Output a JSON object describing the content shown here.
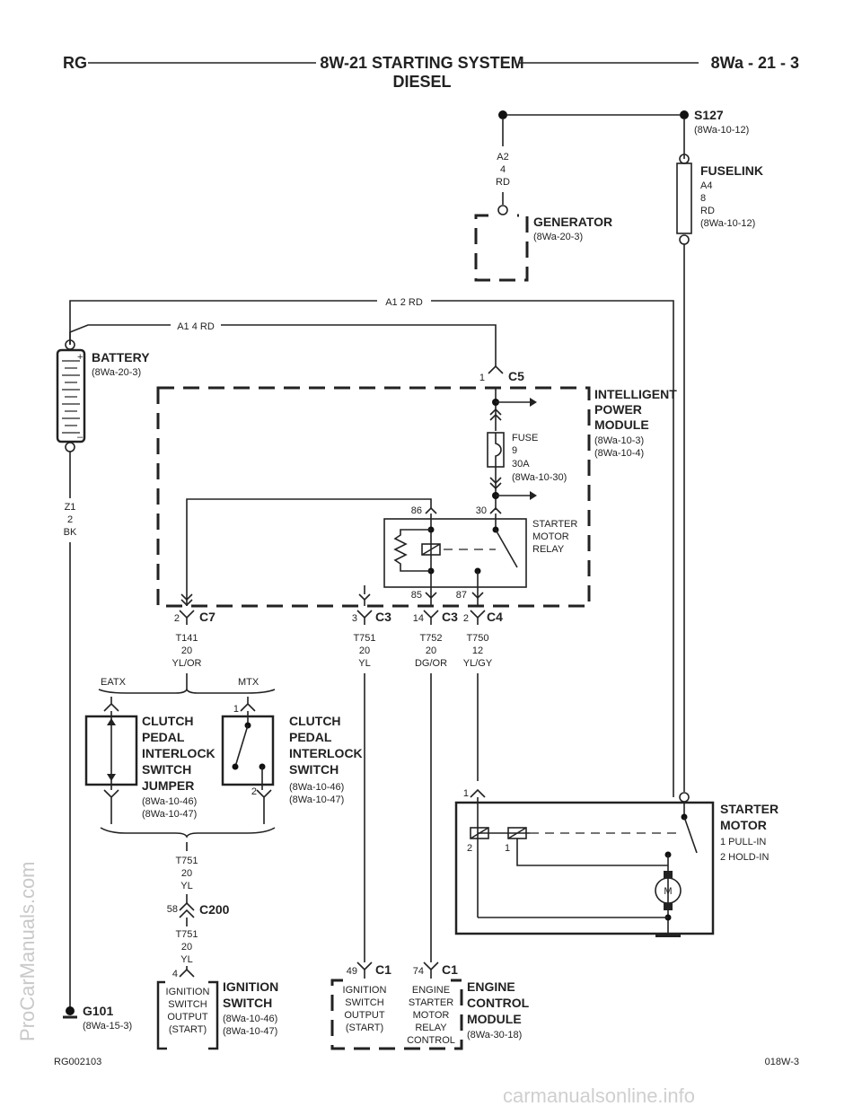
{
  "header": {
    "left": "RG",
    "title1": "8W-21 STARTING SYSTEM",
    "title2": "DIESEL",
    "right": "8Wa - 21 - 3"
  },
  "footer": {
    "left": "RG002103",
    "right": "018W-3"
  },
  "watermarks": {
    "side": "ProCarManuals.com",
    "bottom": "carmanualsonline.info"
  },
  "splice": {
    "name": "S127",
    "ref": "(8Wa-10-12)"
  },
  "fuselink": {
    "name": "FUSELINK",
    "circuit": "A4",
    "gauge": "8",
    "color": "RD",
    "ref": "(8Wa-10-12)"
  },
  "gen_wire": {
    "circuit": "A2",
    "gauge": "4",
    "color": "RD"
  },
  "generator": {
    "name": "GENERATOR",
    "ref": "(8Wa-20-3)"
  },
  "wire_a1_top": "A1   2 RD",
  "wire_a1_mid": "A1   4 RD",
  "battery": {
    "name": "BATTERY",
    "ref": "(8Wa-20-3)",
    "plus": "+",
    "minus": "–"
  },
  "bat_wire": {
    "circuit": "Z1",
    "gauge": "2",
    "color": "BK"
  },
  "c5": {
    "pin": "1",
    "name": "C5"
  },
  "ipm": {
    "l1": "INTELLIGENT",
    "l2": "POWER",
    "l3": "MODULE",
    "ref1": "(8Wa-10-3)",
    "ref2": "(8Wa-10-4)"
  },
  "fuse": {
    "l1": "FUSE",
    "l2": "9",
    "l3": "30A",
    "l4": "(8Wa-10-30)"
  },
  "relay": {
    "pin86": "86",
    "pin30": "30",
    "pin85": "85",
    "pin87": "87",
    "l1": "STARTER",
    "l2": "MOTOR",
    "l3": "RELAY"
  },
  "conns": {
    "c7": {
      "pin": "2",
      "name": "C7"
    },
    "c3a": {
      "pin": "3",
      "name": "C3"
    },
    "c3b": {
      "pin": "14",
      "name": "C3"
    },
    "c4": {
      "pin": "2",
      "name": "C4"
    },
    "c200": {
      "pin": "58",
      "name": "C200"
    },
    "ign": {
      "pin": "4"
    },
    "c1a": {
      "pin": "49",
      "name": "C1"
    },
    "c1b": {
      "pin": "74",
      "name": "C1"
    }
  },
  "wires": {
    "t141": {
      "c": "T141",
      "g": "20",
      "col": "YL/OR"
    },
    "t751a": {
      "c": "T751",
      "g": "20",
      "col": "YL"
    },
    "t752": {
      "c": "T752",
      "g": "20",
      "col": "DG/OR"
    },
    "t750": {
      "c": "T750",
      "g": "12",
      "col": "YL/GY"
    },
    "t751b": {
      "c": "T751",
      "g": "20",
      "col": "YL"
    },
    "t751c": {
      "c": "T751",
      "g": "20",
      "col": "YL"
    }
  },
  "eatx": "EATX",
  "mtx": "MTX",
  "jumper": {
    "l1": "CLUTCH",
    "l2": "PEDAL",
    "l3": "INTERLOCK",
    "l4": "SWITCH",
    "l5": "JUMPER",
    "ref1": "(8Wa-10-46)",
    "ref2": "(8Wa-10-47)"
  },
  "cswitch": {
    "pin1": "1",
    "pin2": "2",
    "l1": "CLUTCH",
    "l2": "PEDAL",
    "l3": "INTERLOCK",
    "l4": "SWITCH",
    "ref1": "(8Wa-10-46)",
    "ref2": "(8Wa-10-47)"
  },
  "starter": {
    "pin": "1",
    "name1": "STARTER",
    "name2": "MOTOR",
    "d1": "1 PULL-IN",
    "d2": "2 HOLD-IN",
    "coil2": "2",
    "coil1": "1",
    "m": "M"
  },
  "ignsw": {
    "b1": "IGNITION",
    "b2": "SWITCH",
    "b3": "OUTPUT",
    "b4": "(START)",
    "n1": "IGNITION",
    "n2": "SWITCH",
    "ref1": "(8Wa-10-46)",
    "ref2": "(8Wa-10-47)"
  },
  "ecm": {
    "a1": "IGNITION",
    "a2": "SWITCH",
    "a3": "OUTPUT",
    "a4": "(START)",
    "b1": "ENGINE",
    "b2": "STARTER",
    "b3": "MOTOR",
    "b4": "RELAY",
    "b5": "CONTROL",
    "n1": "ENGINE",
    "n2": "CONTROL",
    "n3": "MODULE",
    "ref": "(8Wa-30-18)"
  },
  "ground": {
    "name": "G101",
    "ref": "(8Wa-15-3)"
  }
}
